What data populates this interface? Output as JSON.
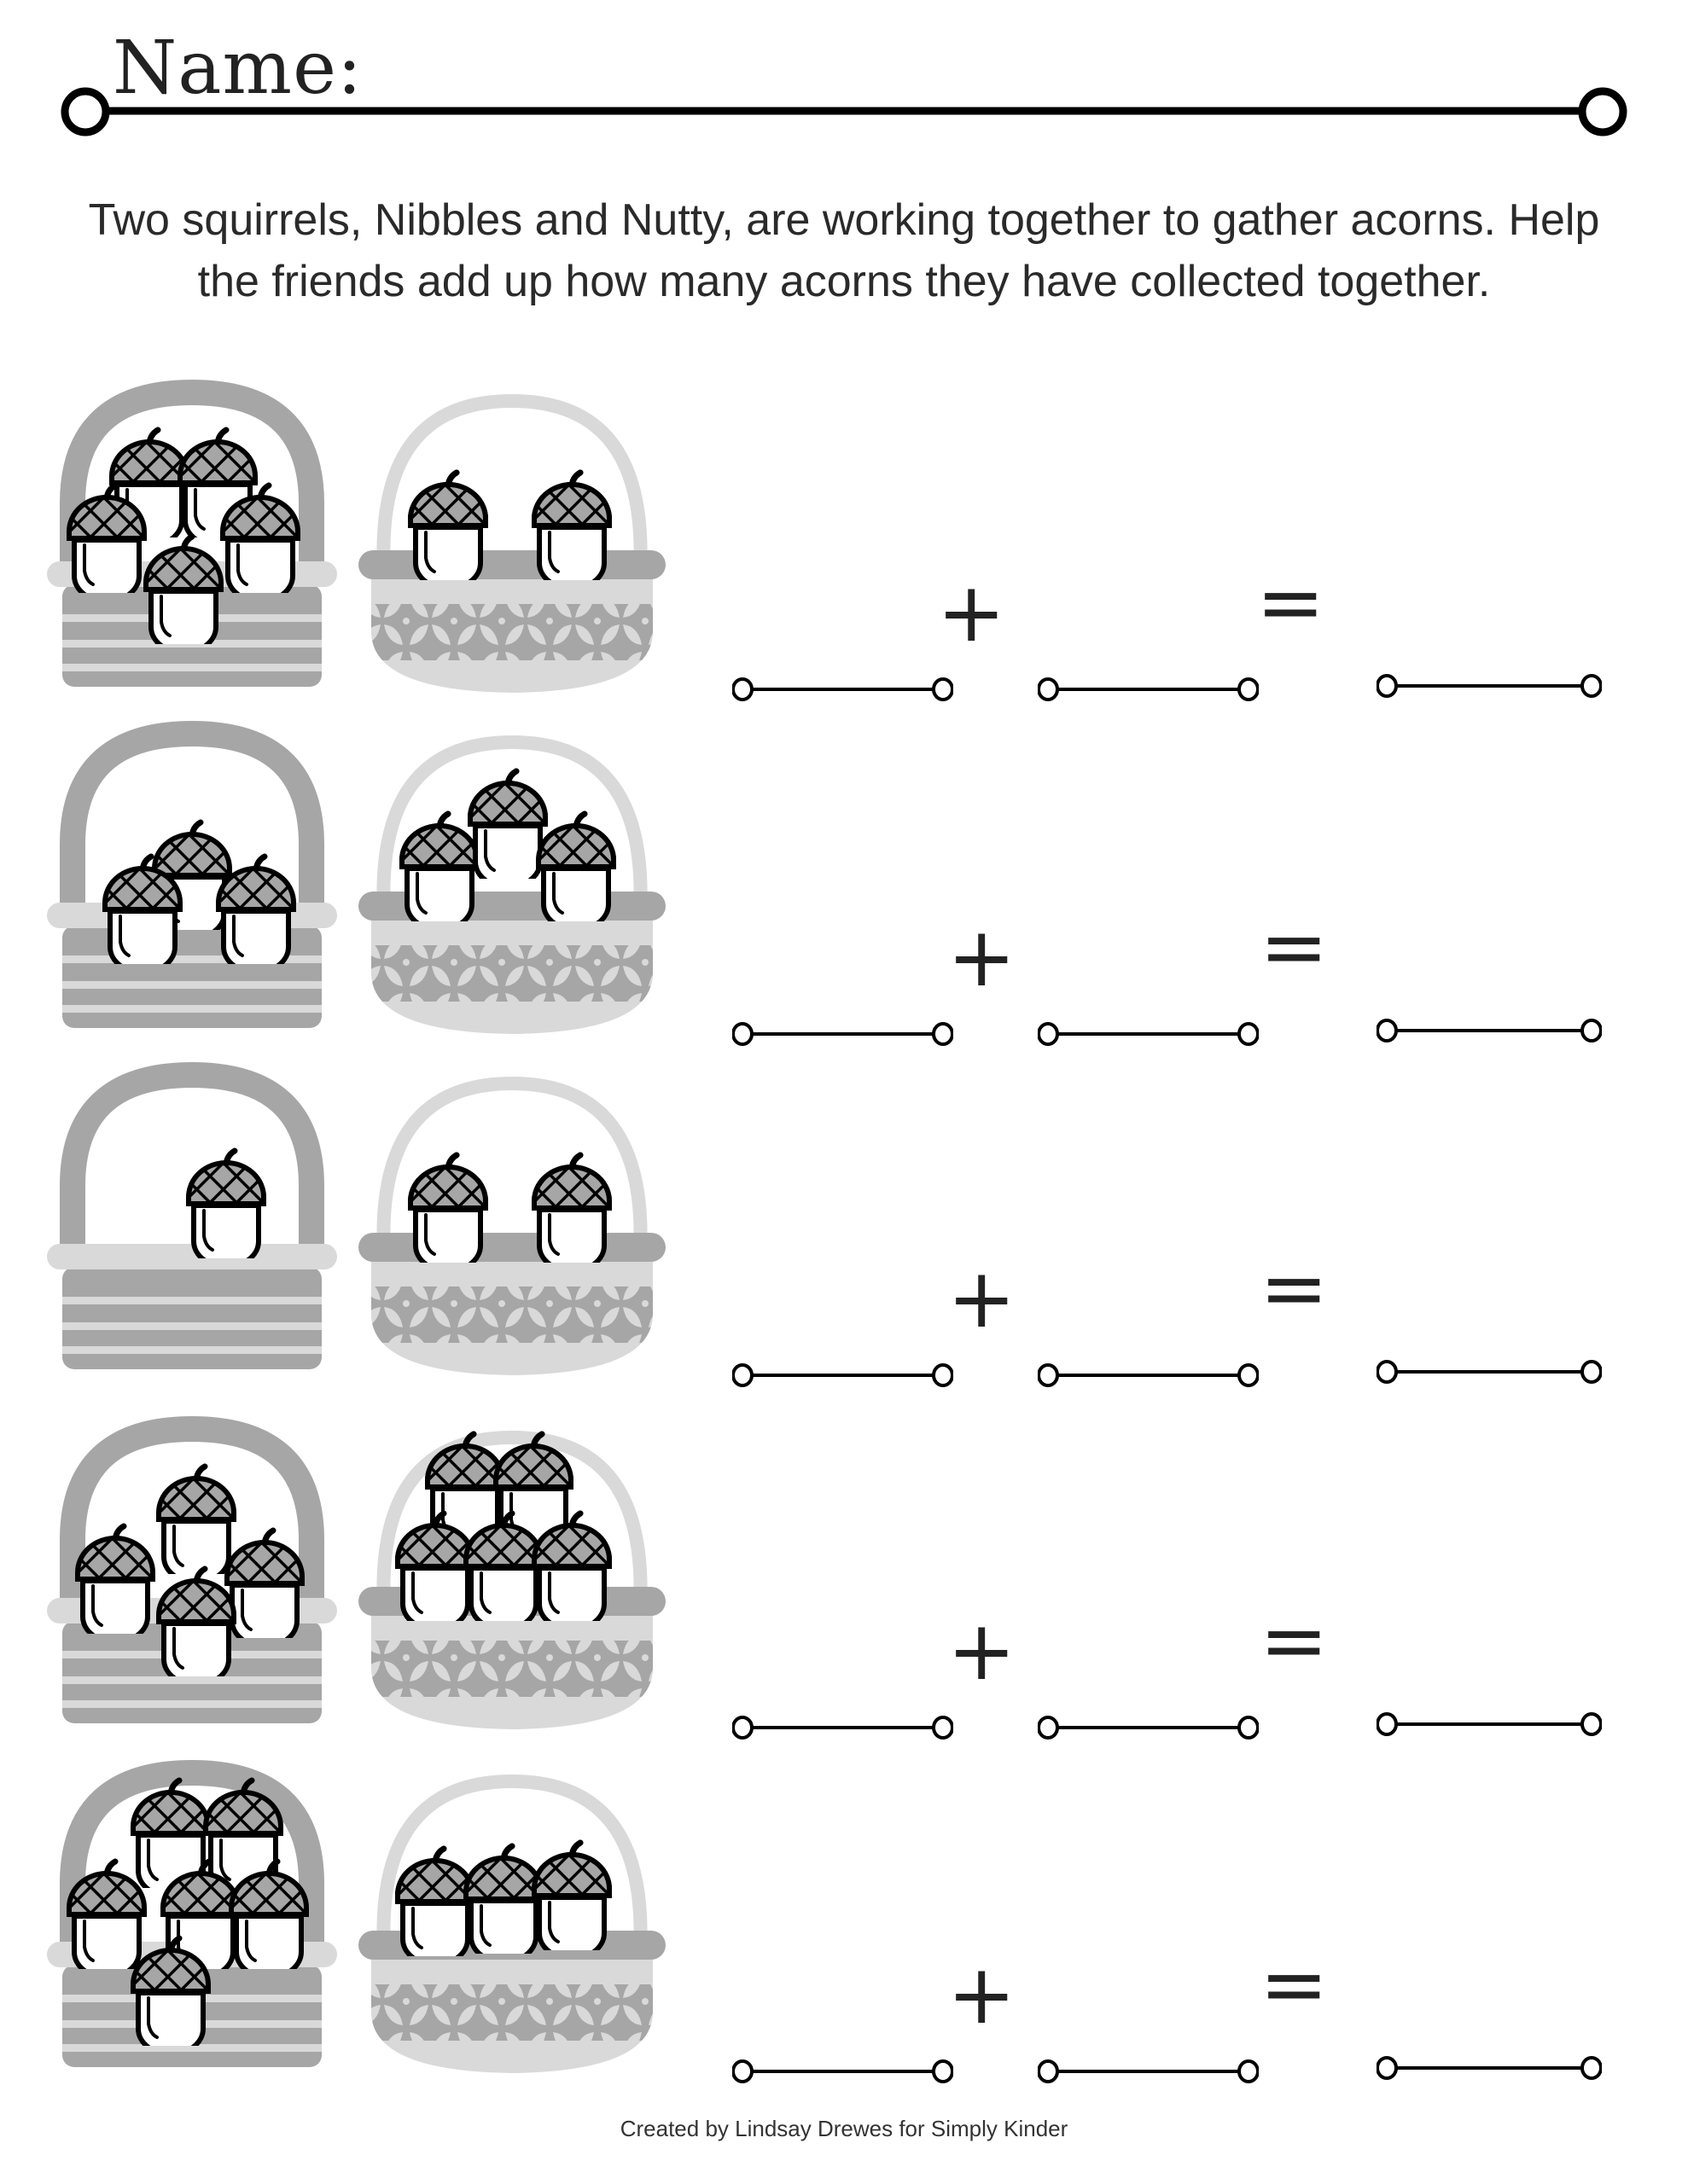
{
  "header": {
    "name_label": "Name:"
  },
  "instructions": {
    "line1": "Two squirrels, Nibbles and Nutty, are working together to gather acorns. Help",
    "line2": "the friends add up how many acorns they have collected together."
  },
  "operators": {
    "plus": "+",
    "equals": "="
  },
  "problems": [
    {
      "nibbles_acorns": 5,
      "nutty_acorns": 2,
      "first_blank": "",
      "second_blank": "",
      "sum_blank": ""
    },
    {
      "nibbles_acorns": 3,
      "nutty_acorns": 3,
      "first_blank": "",
      "second_blank": "",
      "sum_blank": ""
    },
    {
      "nibbles_acorns": 1,
      "nutty_acorns": 2,
      "first_blank": "",
      "second_blank": "",
      "sum_blank": ""
    },
    {
      "nibbles_acorns": 4,
      "nutty_acorns": 5,
      "first_blank": "",
      "second_blank": "",
      "sum_blank": ""
    },
    {
      "nibbles_acorns": 6,
      "nutty_acorns": 3,
      "first_blank": "",
      "second_blank": "",
      "sum_blank": ""
    }
  ],
  "colors": {
    "basket_dark": "#a6a6a6",
    "basket_light": "#d9d9d9",
    "acorn_cap": "#a6a6a6",
    "outline": "#000000",
    "text": "#222222"
  },
  "footer": {
    "credit": "Created by Lindsay Drewes for Simply Kinder"
  }
}
